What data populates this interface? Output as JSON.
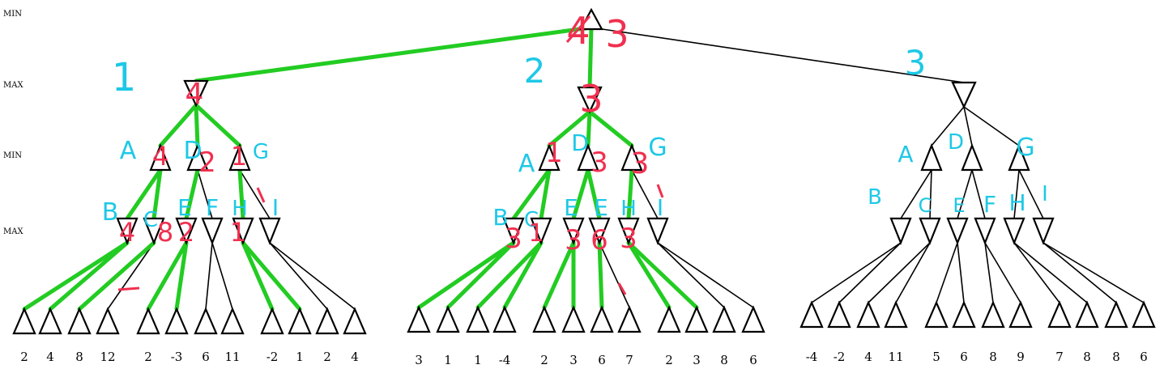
{
  "levels": [
    "MIN",
    "MAX",
    "MIN",
    "MAX"
  ],
  "leaf_values": [
    [
      "2",
      "4",
      "8",
      "12",
      "2",
      "-3",
      "6",
      "11",
      "-2",
      "1",
      "2",
      "4"
    ],
    [
      "3",
      "1",
      "1",
      "-4",
      "2",
      "3",
      "6",
      "7",
      "2",
      "3",
      "8",
      "6"
    ],
    [
      "-4",
      "-2",
      "4",
      "11",
      "5",
      "6",
      "8",
      "9",
      "7",
      "8",
      "8",
      "6"
    ]
  ],
  "annotations": {
    "subtree_numbers": [
      "1",
      "2",
      "3"
    ],
    "left": {
      "max_value": "4",
      "min_labels": [
        "A",
        "D",
        "G"
      ],
      "min_values": [
        "4",
        "2",
        "1"
      ],
      "max_labels": [
        "B",
        "C",
        "E",
        "F",
        "H",
        "I"
      ],
      "max_values": [
        "4",
        "8",
        "2",
        "1"
      ]
    },
    "middle": {
      "max_value": "3",
      "min_labels": [
        "A",
        "D",
        "G"
      ],
      "min_values": [
        "1",
        "3",
        "3"
      ],
      "max_labels": [
        "B",
        "C",
        "E",
        "E",
        "H",
        "I"
      ],
      "max_values": [
        "3",
        "1",
        "3",
        "6",
        "3"
      ]
    },
    "right": {
      "min_labels": [
        "A",
        "D",
        "G"
      ],
      "max_labels": [
        "B",
        "C",
        "E",
        "F",
        "H",
        "I"
      ]
    },
    "root_values": [
      "4",
      "3"
    ]
  },
  "colors": {
    "pruned_path": "#22cc22",
    "label_cyan": "#1ec8e6",
    "value_red": "#f0304f"
  }
}
